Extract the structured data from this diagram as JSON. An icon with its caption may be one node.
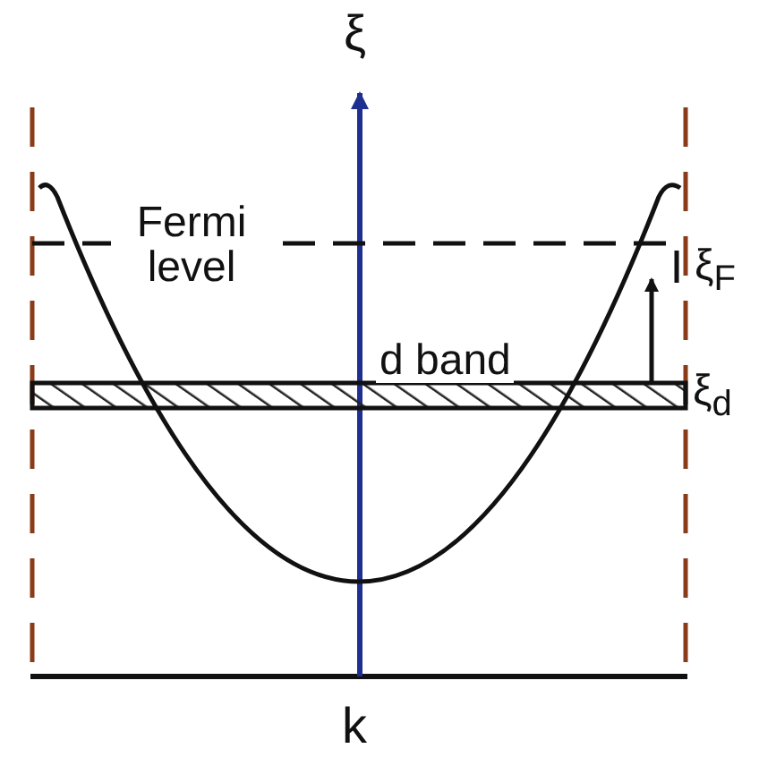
{
  "diagram": {
    "labels": [
      "ξ",
      "Fermi level",
      "d band",
      "ξ$_{F}$",
      "ξ$_{d}$",
      "k"
    ]
  }
}
